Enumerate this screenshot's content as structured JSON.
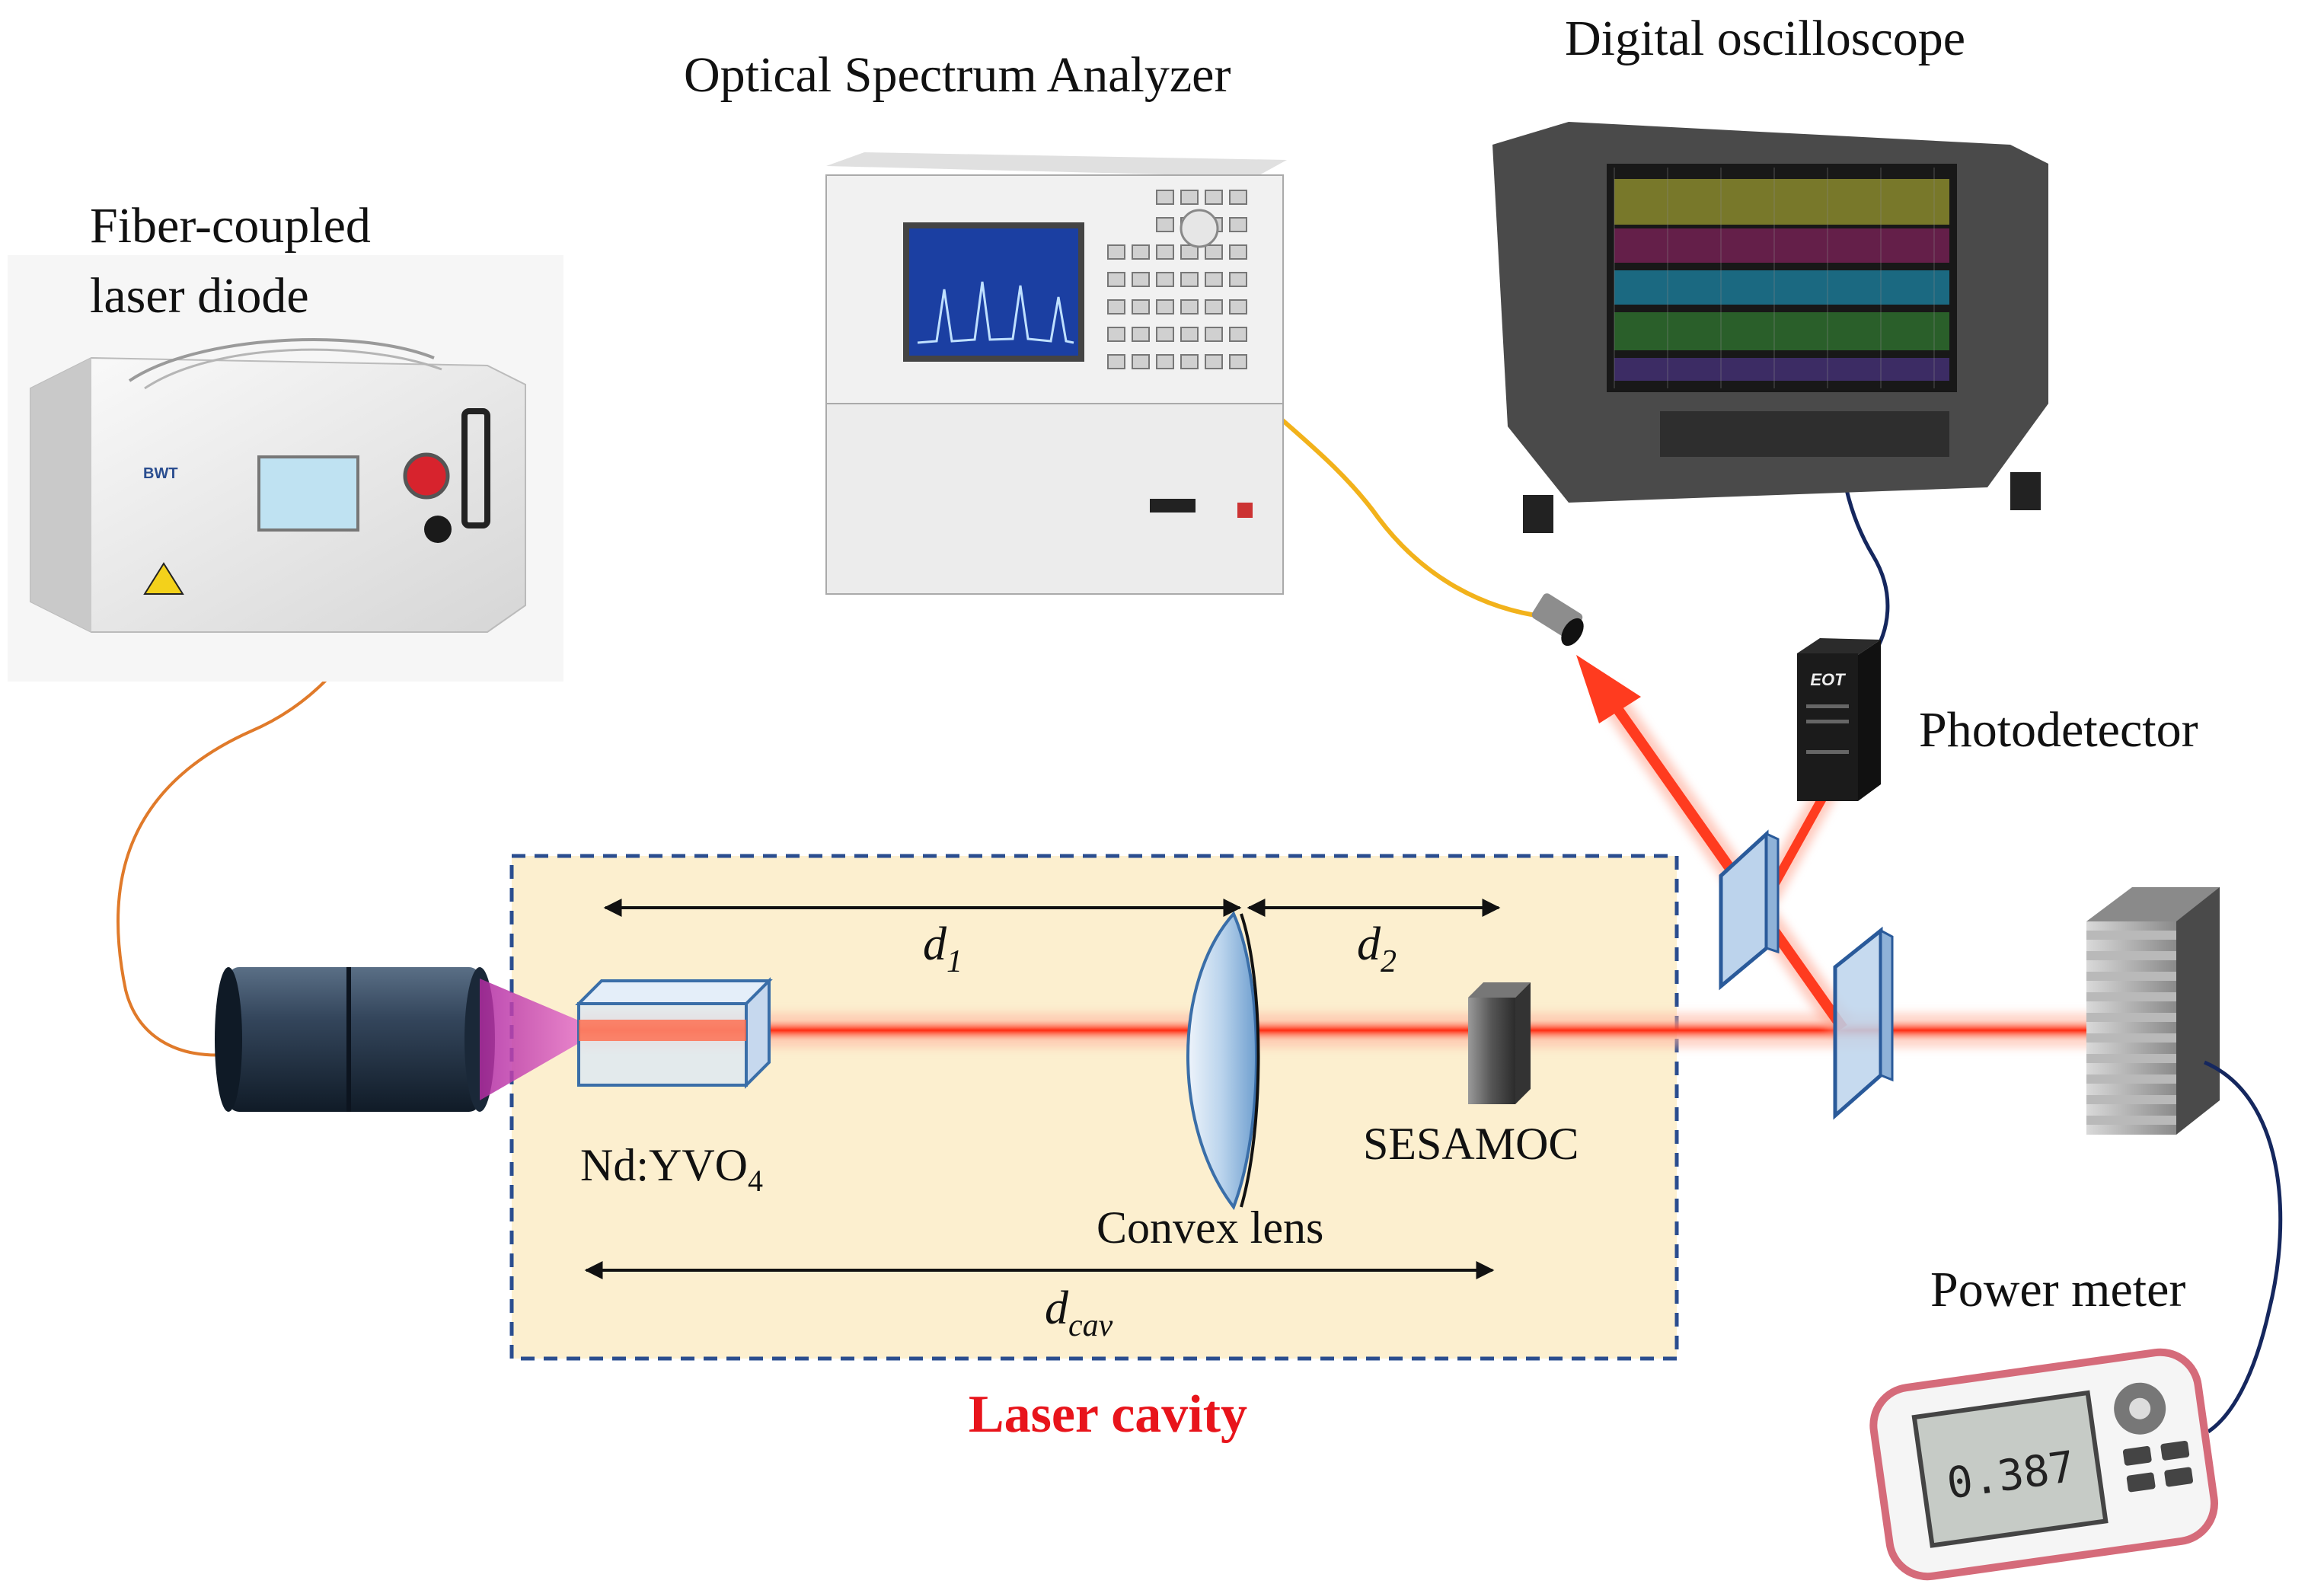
{
  "labels": {
    "laser_diode_line1": "Fiber-coupled",
    "laser_diode_line2": "laser diode",
    "osa": "Optical Spectrum Analyzer",
    "oscilloscope": "Digital oscilloscope",
    "photodetector": "Photodetector",
    "power_meter": "Power meter",
    "crystal": "Nd:YVO",
    "crystal_subscript": "4",
    "lens": "Convex lens",
    "sesamoc": "SESAMOC",
    "cavity": "Laser cavity"
  },
  "dimensions": {
    "d1": "d",
    "d1_sub": "1",
    "d2": "d",
    "d2_sub": "2",
    "dcav": "d",
    "dcav_sub": "cav"
  },
  "device_text": {
    "diode_brand": "BWT",
    "power_reading": "0.387",
    "photodetector_brand": "EOT"
  },
  "colors": {
    "beam": "#ff3b1f",
    "beam_glow": "#ff9a80",
    "cavity_fill": "#fcefcf",
    "cavity_border": "#2a4d8f",
    "cavity_label": "#e8141b",
    "fiber_orange": "#e07a2a",
    "fiber_yellow": "#f2b21b",
    "cable_navy": "#15275e",
    "pump_cone": "#c23aa8"
  }
}
